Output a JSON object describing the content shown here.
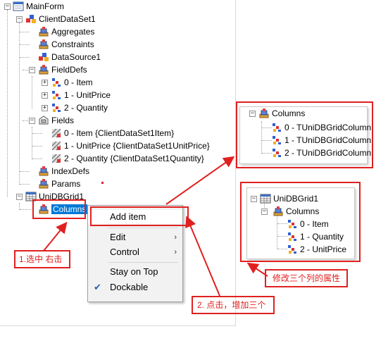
{
  "tree": {
    "main_form": "MainForm",
    "client_dataset": "ClientDataSet1",
    "aggregates": "Aggregates",
    "constraints": "Constraints",
    "datasource": "DataSource1",
    "fielddefs": "FieldDefs",
    "fielddef_items": [
      "0 - Item",
      "1 - UnitPrice",
      "2 - Quantity"
    ],
    "fields": "Fields",
    "field_items": [
      "0 - Item {ClientDataSet1Item}",
      "1 - UnitPrice {ClientDataSet1UnitPrice}",
      "2 - Quantity {ClientDataSet1Quantity}"
    ],
    "indexdefs": "IndexDefs",
    "params": "Params",
    "grid": "UniDBGrid1",
    "columns": "Columns"
  },
  "context_menu": {
    "add_item": "Add item",
    "edit": "Edit",
    "control": "Control",
    "stay_on_top": "Stay on Top",
    "dockable": "Dockable",
    "checkmark": "✔",
    "submenu_arrow": "›"
  },
  "panel_columns": {
    "title": "Columns",
    "items": [
      "0 - TUniDBGridColumn",
      "1 - TUniDBGridColumn",
      "2 - TUniDBGridColumn"
    ]
  },
  "panel_grid": {
    "grid": "UniDBGrid1",
    "columns": "Columns",
    "items": [
      "0 - Item",
      "1 - Quantity",
      "2 - UnitPrice"
    ]
  },
  "annotations": {
    "step1": "1.选中 右击",
    "step2": "2. 点击，增加三个",
    "step3": "修改三个列的属性"
  },
  "colors": {
    "annotation_red": "#e02020",
    "selection_blue": "#0078d7"
  }
}
